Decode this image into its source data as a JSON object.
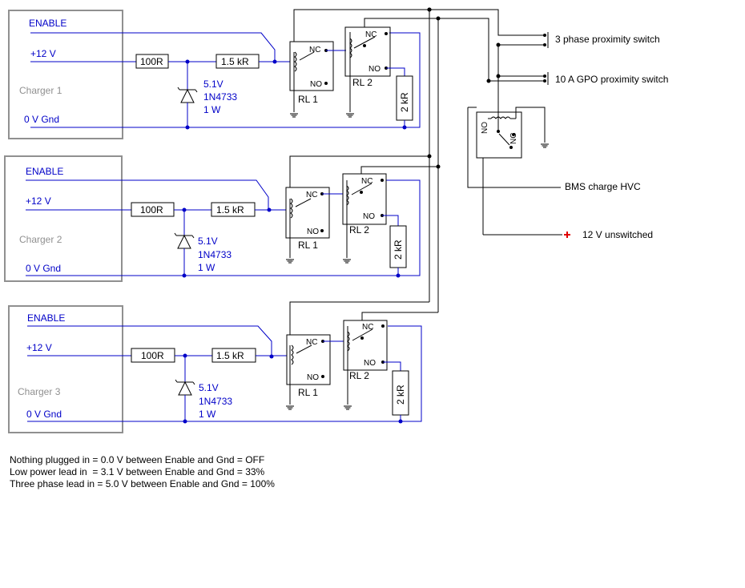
{
  "chargers": [
    {
      "enable_label": "ENABLE",
      "supply_label": "+12 V",
      "gnd_label": "0 V Gnd",
      "name": "Charger 1",
      "resistor1": "100R",
      "resistor2": "1.5 kR",
      "zener_voltage": "5.1V",
      "zener_part": "1N4733",
      "zener_power": "1 W",
      "relay1_name": "RL 1",
      "relay2_name": "RL 2",
      "nc_label": "NC",
      "no_label": "NO",
      "load_resistor": "2 kR"
    },
    {
      "enable_label": "ENABLE",
      "supply_label": "+12 V",
      "gnd_label": "0 V Gnd",
      "name": "Charger 2",
      "resistor1": "100R",
      "resistor2": "1.5 kR",
      "zener_voltage": "5.1V",
      "zener_part": "1N4733",
      "zener_power": "1 W",
      "relay1_name": "RL 1",
      "relay2_name": "RL 2",
      "nc_label": "NC",
      "no_label": "NO",
      "load_resistor": "2 kR"
    },
    {
      "enable_label": "ENABLE",
      "supply_label": "+12 V",
      "gnd_label": "0 V Gnd",
      "name": "Charger 3",
      "resistor1": "100R",
      "resistor2": "1.5 kR",
      "zener_voltage": "5.1V",
      "zener_part": "1N4733",
      "zener_power": "1 W",
      "relay1_name": "RL 1",
      "relay2_name": "RL 2",
      "nc_label": "NC",
      "no_label": "NO",
      "load_resistor": "2 kR"
    }
  ],
  "switches": {
    "three_phase": "3 phase proximity switch",
    "gpo": "10 A GPO proximity switch"
  },
  "master_relay": {
    "no_label": "NO",
    "nc_label": "NC"
  },
  "outputs": {
    "bms": "BMS charge HVC",
    "unswitched": "12 V unswitched"
  },
  "notes": [
    "Nothing plugged in = 0.0 V between Enable and Gnd = OFF",
    "Low power lead in  = 3.1 V between Enable and Gnd = 33%",
    "Three phase lead in = 5.0 V between Enable and Gnd = 100%"
  ],
  "colors": {
    "wire_blue": "#0000c8",
    "wire_black": "#000000",
    "box_gray": "#909090",
    "plus_red": "#e00000"
  }
}
